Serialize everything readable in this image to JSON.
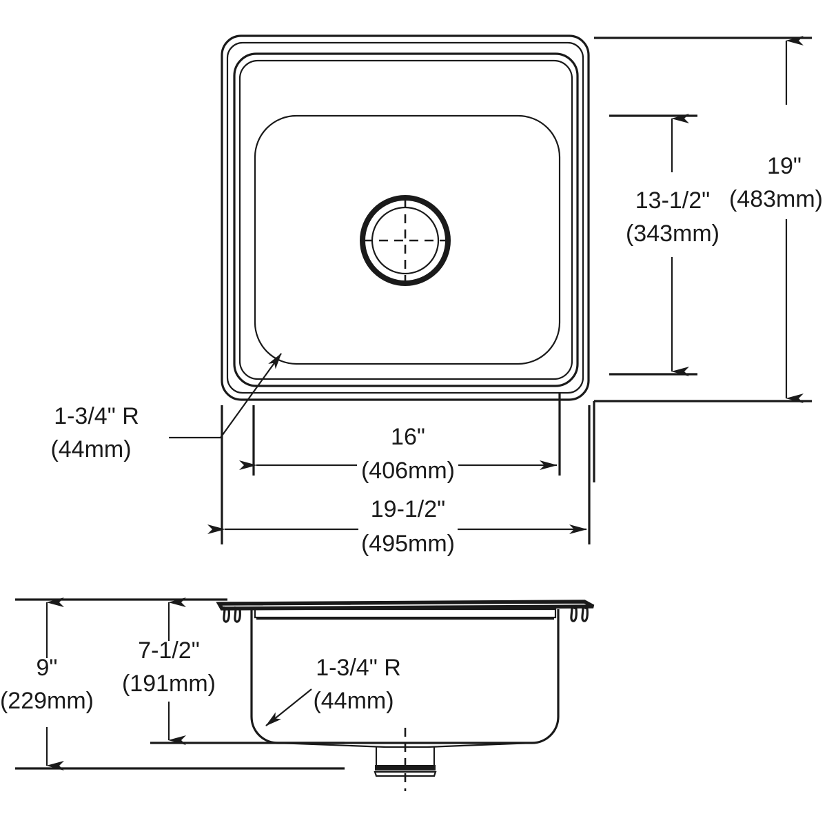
{
  "document": {
    "type": "engineering-dimension-drawing",
    "subject": "single-bowl-drop-in-sink",
    "views": [
      {
        "id": "plan",
        "label": "top plan view"
      },
      {
        "id": "section",
        "label": "front section view"
      }
    ]
  },
  "dimensions": {
    "plan": {
      "overall_width": {
        "imperial": "19-1/2\"",
        "metric": "(495mm)"
      },
      "bowl_width": {
        "imperial": "16\"",
        "metric": "(406mm)"
      },
      "overall_depth": {
        "imperial": "19\"",
        "metric": "(483mm)"
      },
      "bowl_depth": {
        "imperial": "13-1/2\"",
        "metric": "(343mm)"
      },
      "corner_radius": {
        "imperial": "1-3/4\" R",
        "metric": "(44mm)"
      }
    },
    "section": {
      "overall_height": {
        "imperial": "9\"",
        "metric": "(229mm)"
      },
      "bowl_depth": {
        "imperial": "7-1/2\"",
        "metric": "(191mm)"
      },
      "corner_radius": {
        "imperial": "1-3/4\" R",
        "metric": "(44mm)"
      }
    }
  },
  "colors": {
    "line": "#1a1a1a",
    "background": "#ffffff"
  },
  "features": {
    "drain": "drain-opening",
    "rim_clips": "mounting-clip",
    "centerline": "center-line"
  }
}
